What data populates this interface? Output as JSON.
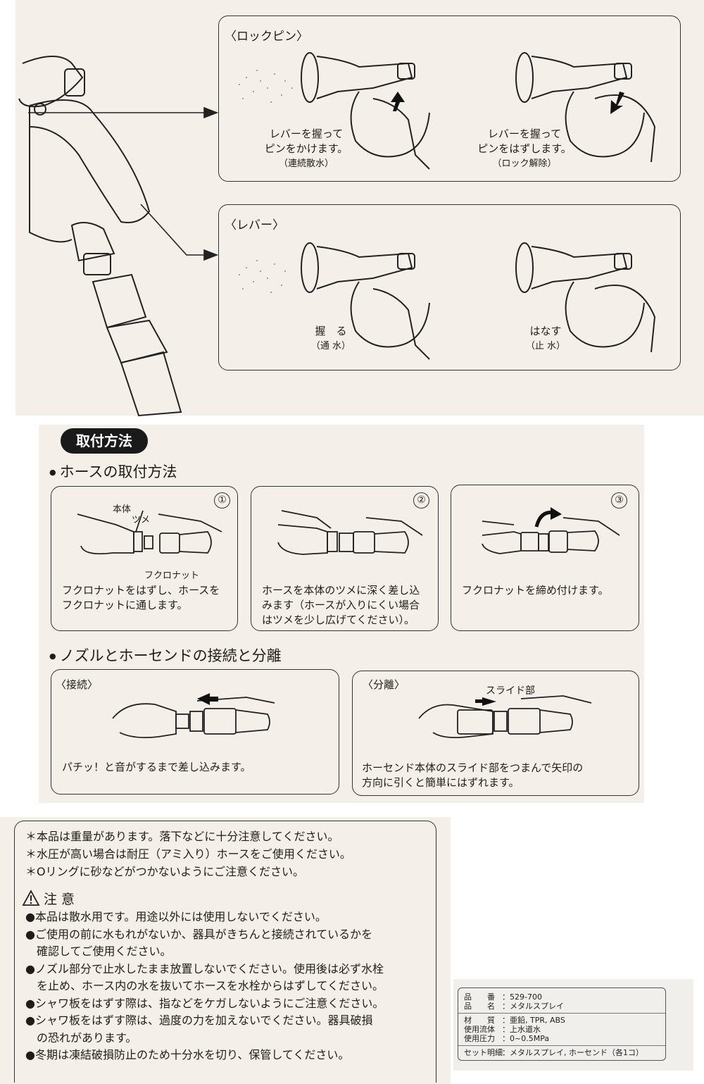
{
  "usage": {
    "lockpin": {
      "title": "〈ロックピン〉",
      "left": {
        "line1": "レバーを握って",
        "line2": "ピンをかけます。",
        "note": "（連続散水）"
      },
      "right": {
        "line1": "レバーを握って",
        "line2": "ピンをはずします。",
        "note": "（ロック解除）"
      }
    },
    "lever": {
      "title": "〈レバー〉",
      "left": {
        "line1": "握　る",
        "note": "（通 水）"
      },
      "right": {
        "line1": "はなす",
        "note": "（止 水）"
      }
    }
  },
  "install": {
    "badge": "取付方法",
    "hose_title": "ホースの取付方法",
    "steps": [
      {
        "num": "①",
        "line1": "フクロナットをはずし、ホースを",
        "line2": "フクロナットに通します。",
        "line3": ""
      },
      {
        "num": "②",
        "line1": "ホースを本体のツメに深く差し込",
        "line2": "みます（ホースが入りにくい場合",
        "line3": "はツメを少し広げてください）。"
      },
      {
        "num": "③",
        "line1": "フクロナットを締め付けます。",
        "line2": "",
        "line3": ""
      }
    ],
    "labels": {
      "body": "本体",
      "tsume": "ツメ",
      "nut": "フクロナット",
      "slide": "スライド部"
    },
    "connect_title": "ノズルとホーセンドの接続と分離",
    "connect": {
      "title": "〈接続〉",
      "text": "パチッ！と音がするまで差し込みます。"
    },
    "separate": {
      "title": "〈分離〉",
      "line1": "ホーセンド本体のスライド部をつまんで矢印の",
      "line2": "方向に引くと簡単にはずれます。"
    }
  },
  "notes": [
    "＊本品は重量があります。落下などに十分注意してください。",
    "＊水圧が高い場合は耐圧（アミ入り）ホースをご使用ください。",
    "＊Oリングに砂などがつかないようにご注意ください。"
  ],
  "caution": {
    "title": "注 意",
    "items": [
      [
        "●本品は散水用です。用途以外には使用しないでください。"
      ],
      [
        "●ご使用の前に水もれがないか、器具がきちんと接続されているかを",
        "　確認してご使用ください。"
      ],
      [
        "●ノズル部分で止水したまま放置しないでください。使用後は必ず水栓",
        "　を止め、ホース内の水を抜いてホースを水栓からはずしてください。"
      ],
      [
        "●シャワ板をはずす際は、指などをケガしないようにご注意ください。"
      ],
      [
        "●シャワ板をはずす際は、過度の力を加えないでください。器具破損",
        "　の恐れがあります。"
      ],
      [
        "●冬期は凍結破損防止のため十分水を切り、保管してください。"
      ]
    ]
  },
  "spec": {
    "product_no_label": "品　　番",
    "product_no": "529-700",
    "product_name_label": "品　　名",
    "product_name": "メタルスプレイ",
    "material_label": "材　　質",
    "material": "亜鉛, TPR, ABS",
    "fluid_label": "使用流体",
    "fluid": "上水道水",
    "pressure_label": "使用圧力",
    "pressure": "0~0.5MPa",
    "set_label": "セット明細",
    "set": "メタルスプレイ, ホーセンド（各1コ）"
  },
  "colors": {
    "paper": "#f4efe8",
    "ink": "#1f1d1a",
    "badge_bg": "#1a1a1a",
    "badge_text": "#ffffff"
  }
}
